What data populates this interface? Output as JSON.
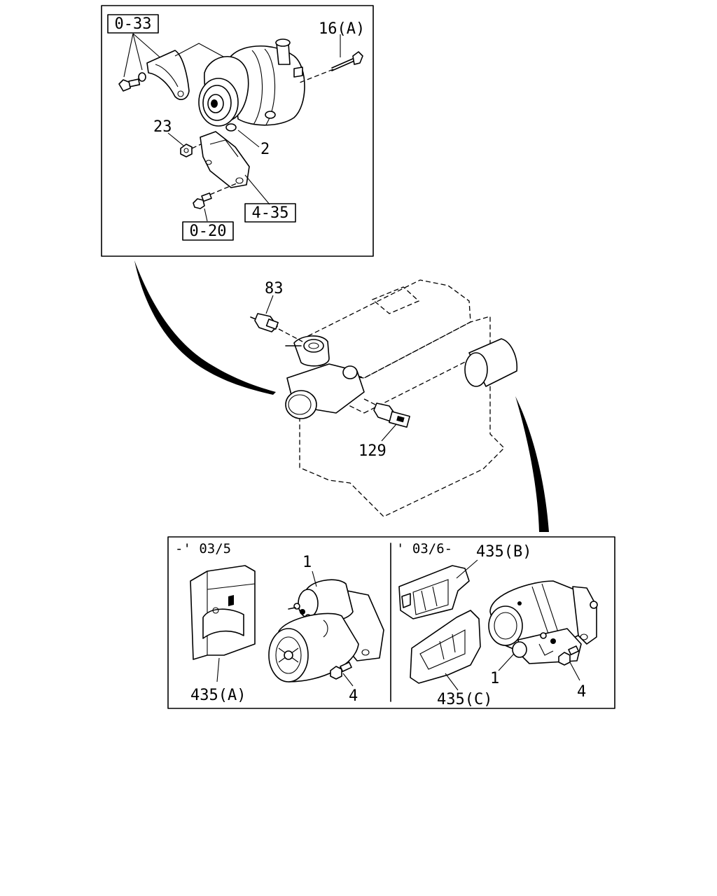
{
  "ref_boxes": {
    "alt_bolt_ref": "0-33",
    "bracket_ref": "4-35",
    "bracket_bolt_ref": "0-20"
  },
  "callouts": {
    "alt_bolt": "16(A)",
    "nut": "23",
    "alternator": "2",
    "thermo_sender": "83",
    "temp_sensor": "129",
    "starter_early": "1",
    "starter_early_bolt": "4",
    "starter_early_pad": "435(A)",
    "starter_late": "1",
    "starter_late_bolt": "4",
    "starter_late_pad_b": "435(B)",
    "starter_late_pad_c": "435(C)"
  },
  "periods": {
    "early": "-' 03/5",
    "late": "' 03/6-"
  }
}
